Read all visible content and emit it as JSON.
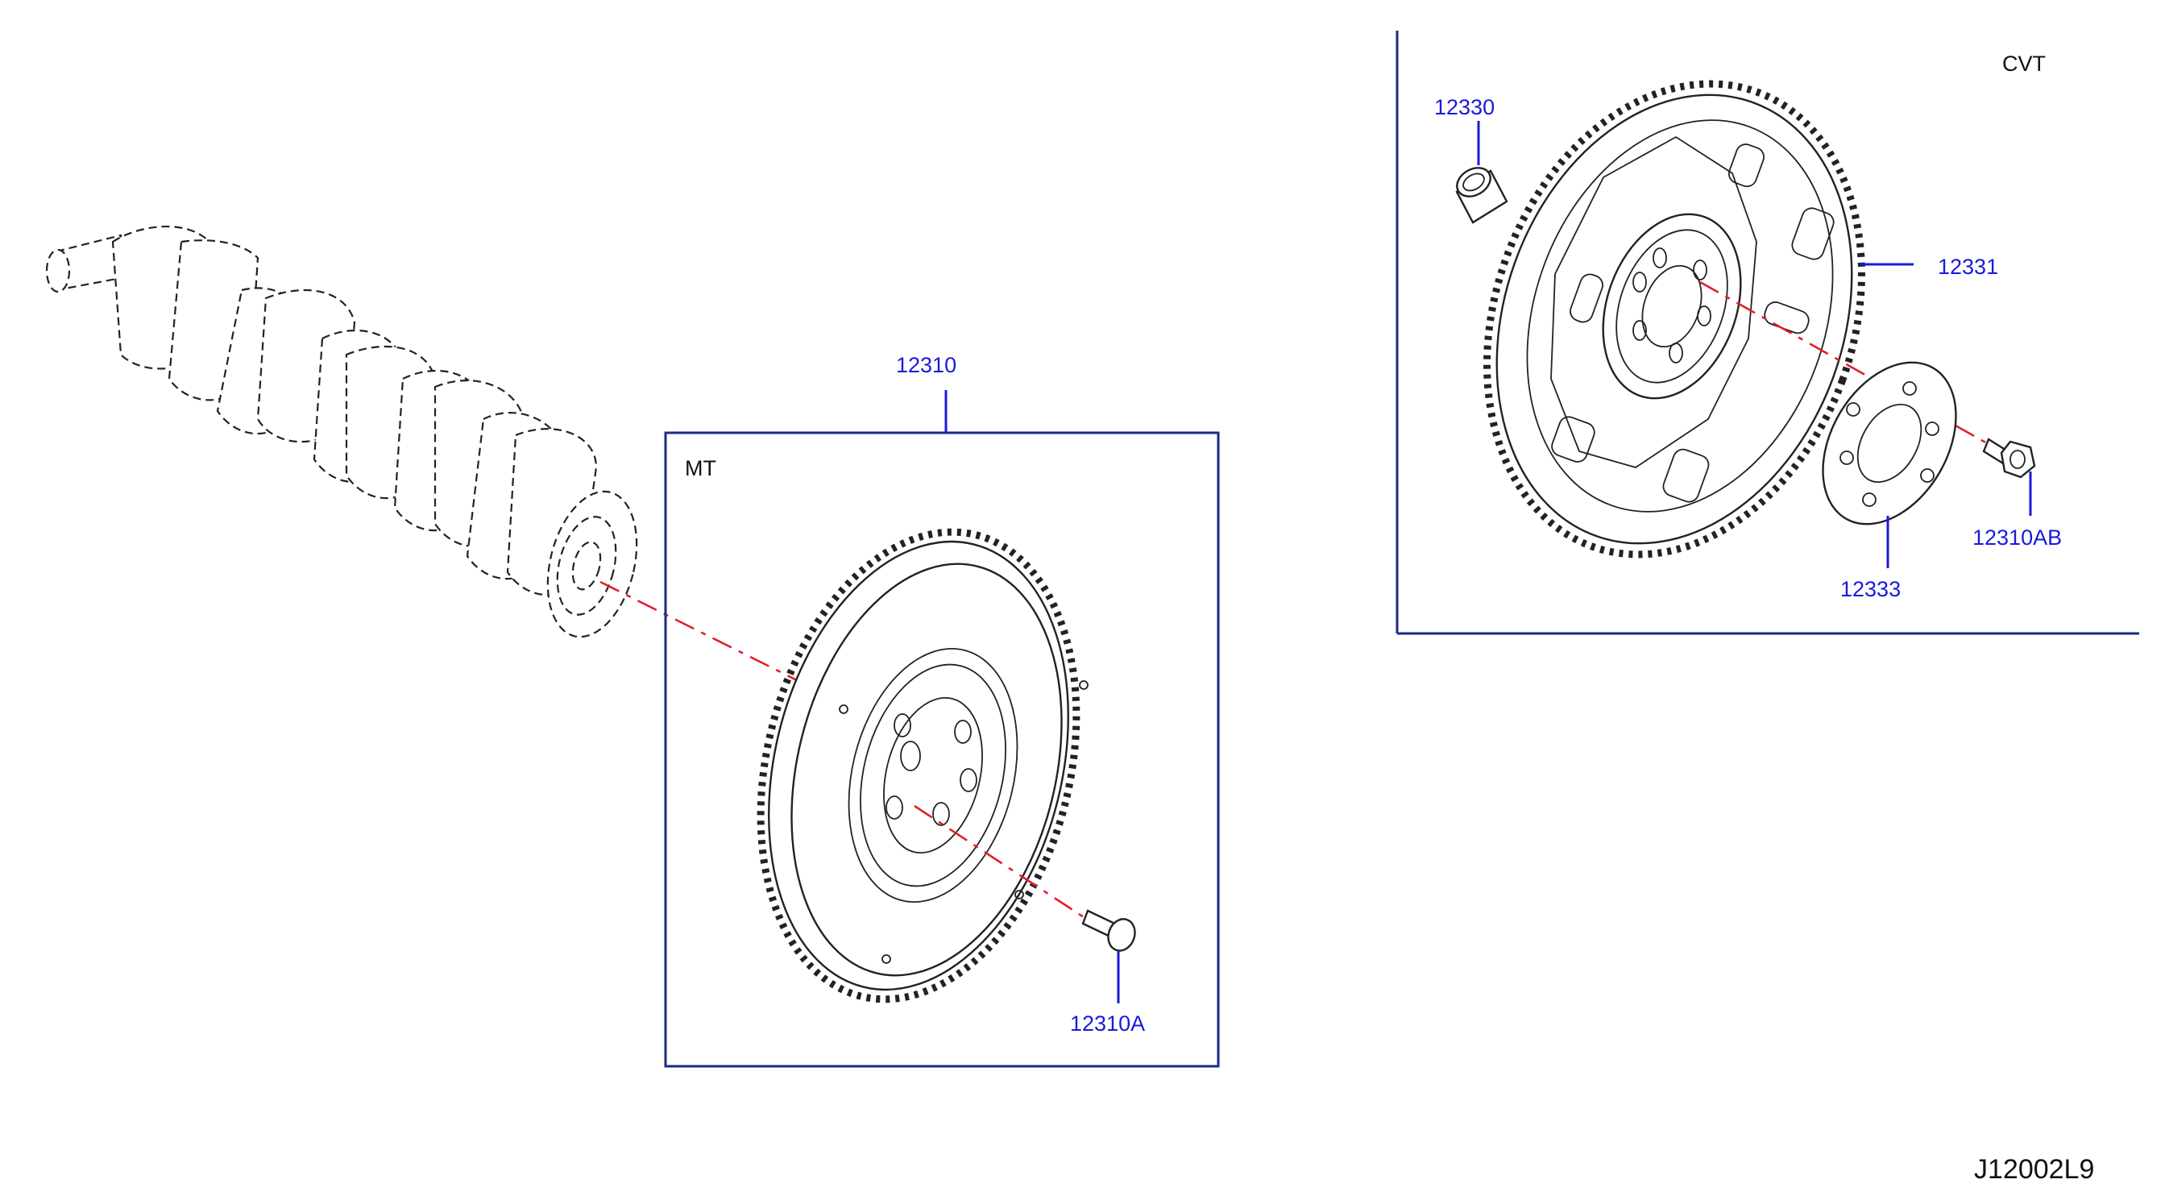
{
  "callouts": {
    "flywheel_mt": "12310",
    "flywheel_bolt": "12310A",
    "pilot_bushing": "12330",
    "drive_plate": "12331",
    "reinforcement_plate": "12333",
    "drive_plate_bolt": "12310AB"
  },
  "sections": {
    "mt_label": "MT",
    "cvt_label": "CVT"
  },
  "diagram_code": "J12002L9",
  "colors": {
    "callout_text": "#1a1adb",
    "frame": "#1a2a8a",
    "centerline": "#e0202a",
    "linework": "#222222"
  }
}
